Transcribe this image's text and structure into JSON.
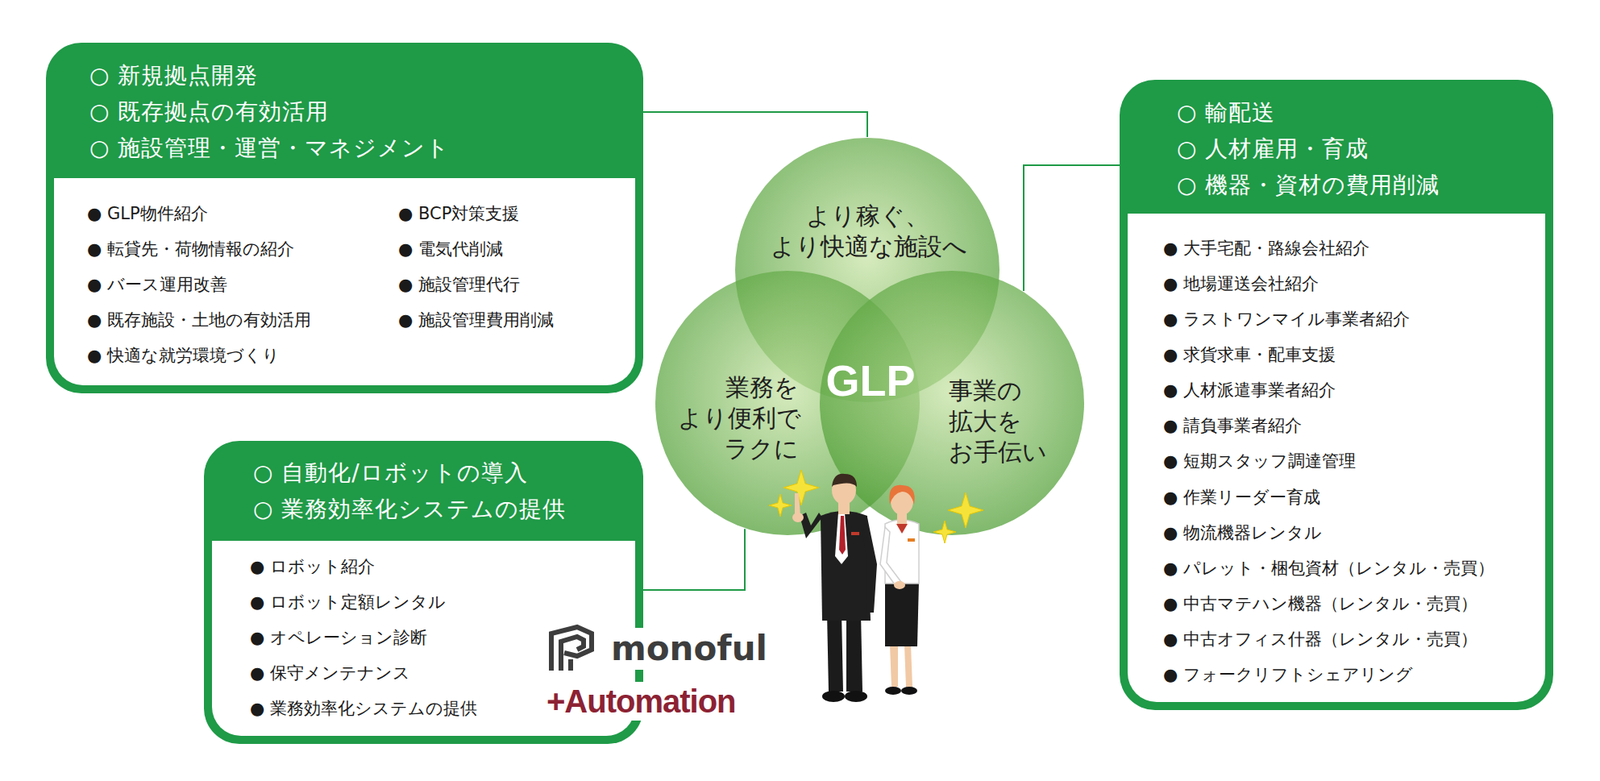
{
  "diagram": {
    "nodes": [
      {
        "text": [
          "○ 新規拠点開発",
          "○ 既存拠点の有効活用",
          "○ 施設管理・運営・マネジメント"
        ]
      },
      {
        "text": [
          "● GLP物件紹介",
          "● 転貸先・荷物情報の紹介",
          "● バース運用改善",
          "● 既存施設・土地の有効活用",
          "● 快適な就労環境づくり",
          "● BCP対策支援",
          "● 電気代削減",
          "● 施設管理代行",
          "● 施設管理費用削減"
        ],
        "in": 0
      },
      {
        "text": [
          "より稼ぐ、 より快適な施設へ"
        ]
      },
      {
        "text": [
          "○ 輸配送",
          "○ 人材雇用・育成",
          "○ 機器・資材の費用削減"
        ]
      },
      {
        "text": [
          "● 大手宅配・路線会社紹介",
          "● 地場運送会社紹介",
          "● ラストワンマイル事業者紹介",
          "● 求貨求車・配車支援",
          "● 人材派遣事業者紹介",
          "● 請負事業者紹介",
          "● 短期スタッフ調達管理",
          "● 作業リーダー育成",
          "● 物流機器レンタル",
          "● パレット・梱包資材（レンタル・売買）",
          "● 中古マテハン機器（レンタル・売買）",
          "● 中古オフィス什器（レンタル・売買）",
          "● フォークリフトシェアリング"
        ],
        "in": 3
      },
      {
        "text": [
          "業務を より便利で ラクに"
        ]
      },
      {
        "text": [
          "事業の 拡大を お手伝い"
        ]
      },
      {
        "text": [
          "○ 自動化/ロボットの導入",
          "○ 業務効率化システムの提供"
        ]
      },
      {
        "text": [
          "● ロボット紹介",
          "● ロボット定額レンタル",
          "● オペレーション診断",
          "● 保守メンテナンス",
          "● 業務効率化システムの提供"
        ],
        "in": 7
      }
    ],
    "edges": [
      {
        "from": 0,
        "to": 2,
        "arrow": "none"
      },
      {
        "from": 3,
        "to": 6,
        "arrow": "none"
      },
      {
        "from": 7,
        "to": 5,
        "arrow": "none"
      }
    ],
    "labels": [
      "GLP",
      "monoful",
      "+Automation"
    ]
  }
}
